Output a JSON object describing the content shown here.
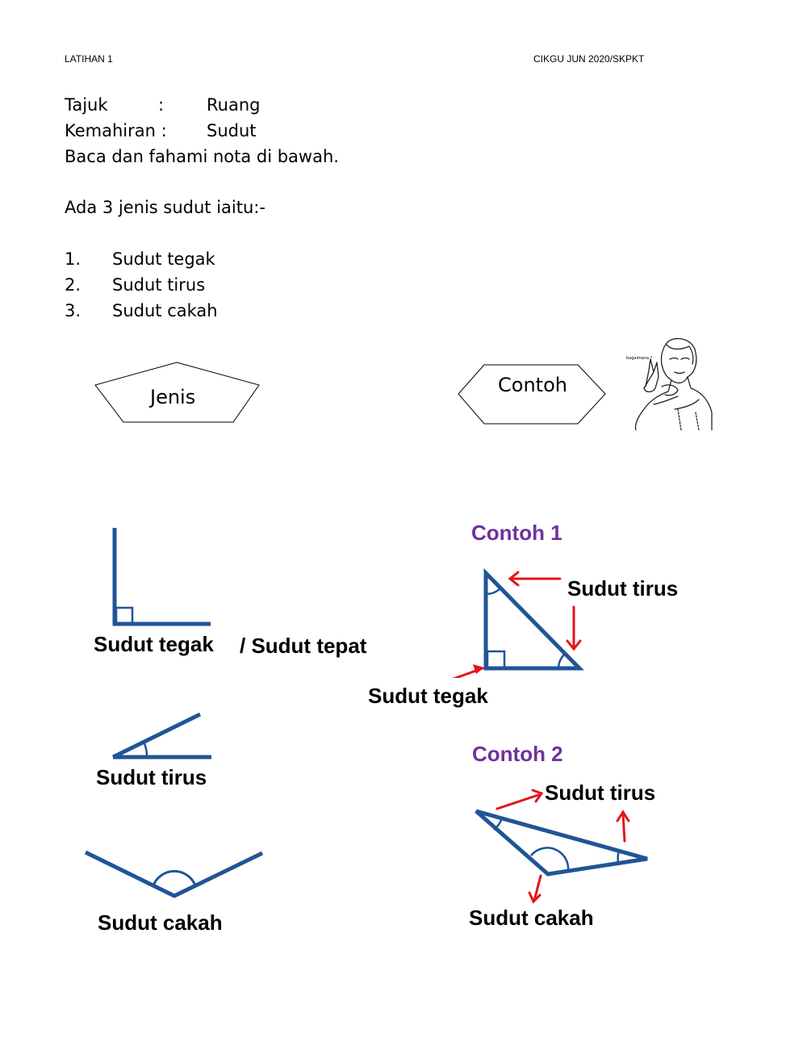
{
  "header": {
    "left": "LATIHAN 1",
    "right": "CIKGU JUN 2020/SKPKT"
  },
  "meta": {
    "tajuk_label": "Tajuk",
    "colon": ":",
    "tajuk_value": "Ruang",
    "kemahiran_label": "Kemahiran :",
    "kemahiran_value": "Sudut"
  },
  "instruction": "Baca dan fahami nota di bawah.",
  "intro": "Ada 3 jenis sudut iaitu:-",
  "list": [
    {
      "num": "1.",
      "text": "Sudut tegak"
    },
    {
      "num": "2.",
      "text": "Sudut tirus"
    },
    {
      "num": "3.",
      "text": "Sudut cakah"
    }
  ],
  "shapes": {
    "jenis": "Jenis",
    "contoh": "Contoh"
  },
  "left_labels": {
    "tegak": "Sudut tegak",
    "tepat": "/ Sudut tepat",
    "tirus": "Sudut tirus",
    "cakah": "Sudut cakah"
  },
  "contoh1": {
    "title": "Contoh 1",
    "tirus": "Sudut tirus",
    "tegak": "Sudut tegak"
  },
  "contoh2": {
    "title": "Contoh 2",
    "tirus": "Sudut tirus",
    "cakah": "Sudut cakah"
  },
  "colors": {
    "line": "#1f5597",
    "arrow": "#e3161b",
    "title": "#7030a0"
  }
}
